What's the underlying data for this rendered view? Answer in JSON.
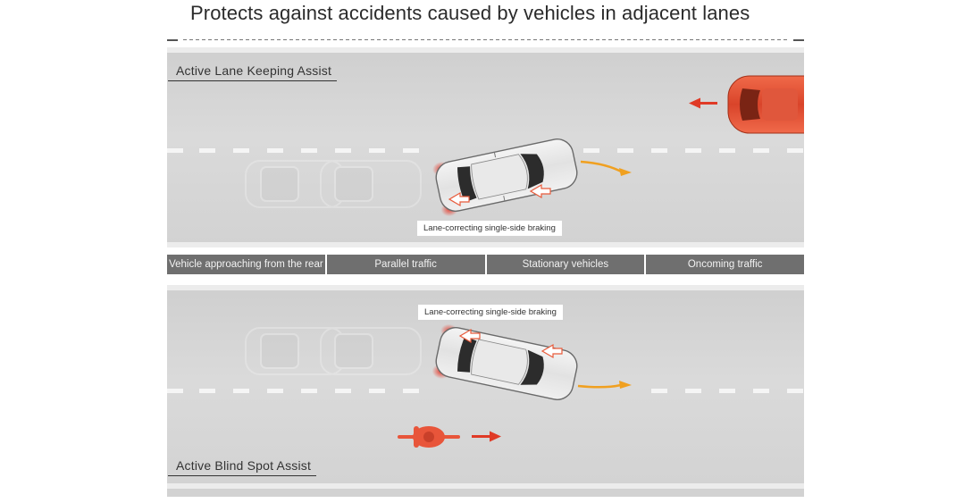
{
  "header": {
    "title": "Protects against accidents caused by vehicles in adjacent lanes"
  },
  "top_panel": {
    "label": "Active Lane Keeping Assist",
    "callout": "Lane-correcting single-side braking"
  },
  "bottom_panel": {
    "label": "Active Blind Spot Assist",
    "callout": "Lane-correcting single-side braking"
  },
  "tabs": [
    {
      "label": "Vehicle approaching from the rear"
    },
    {
      "label": "Parallel traffic"
    },
    {
      "label": "Stationary vehicles"
    },
    {
      "label": "Oncoming traffic"
    }
  ],
  "colors": {
    "road": "#d6d6d6",
    "tab": "#6f6f6f",
    "arrow_red": "#e03a26",
    "arrow_orange": "#f0a020",
    "oncoming_car": "#e8553a"
  },
  "icons": [
    "brake-arrow-icon",
    "path-arrow-icon",
    "direction-arrow-icon",
    "cyclist-icon"
  ]
}
